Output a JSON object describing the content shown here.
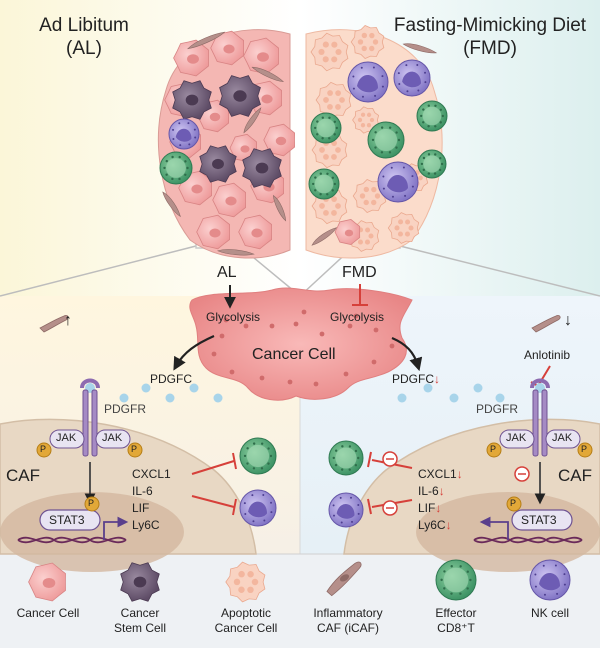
{
  "titles": {
    "left_line1": "Ad Libitum",
    "left_line2": "(AL)",
    "right_line1": "Fasting-Mimicking Diet",
    "right_line2": "(FMD)"
  },
  "center": {
    "al": "AL",
    "fmd": "FMD",
    "glycolysis_left": "Glycolysis",
    "glycolysis_right": "Glycolysis",
    "cancer_cell": "Cancer Cell",
    "pdgfc_left": "PDGFC",
    "pdgfc_right": "PDGFC",
    "anlotinib": "Anlotinib"
  },
  "left_panel": {
    "pdgfr": "PDGFR",
    "jak1": "JAK",
    "jak2": "JAK",
    "p": "P",
    "caf": "CAF",
    "stat3": "STAT3",
    "cytokines": [
      "CXCL1",
      "IL-6",
      "LIF",
      "Ly6C"
    ]
  },
  "right_panel": {
    "pdgfr": "PDGFR",
    "jak1": "JAK",
    "jak2": "JAK",
    "p": "P",
    "caf": "CAF",
    "stat3": "STAT3",
    "cytokines": [
      "CXCL1",
      "IL-6",
      "LIF",
      "Ly6C"
    ]
  },
  "arrows": {
    "up": "↑",
    "down": "↓",
    "small_down": "↓"
  },
  "legend": [
    {
      "line1": "Cancer Cell",
      "line2": ""
    },
    {
      "line1": "Cancer",
      "line2": "Stem Cell"
    },
    {
      "line1": "Apoptotic",
      "line2": "Cancer Cell"
    },
    {
      "line1": "Inflammatory",
      "line2": "CAF (iCAF)"
    },
    {
      "line1": "Effector",
      "line2": "CD8⁺T"
    },
    {
      "line1": "NK cell",
      "line2": ""
    }
  ],
  "colors": {
    "cancer_pink": "#f2a9a9",
    "stem_purple": "#7a6680",
    "apoptotic": "#f6c7b4",
    "caf_brown": "#b08a86",
    "cd8_green": "#58ad7d",
    "nk_purple": "#9b8ed0",
    "inhibit_red": "#d6403a"
  }
}
